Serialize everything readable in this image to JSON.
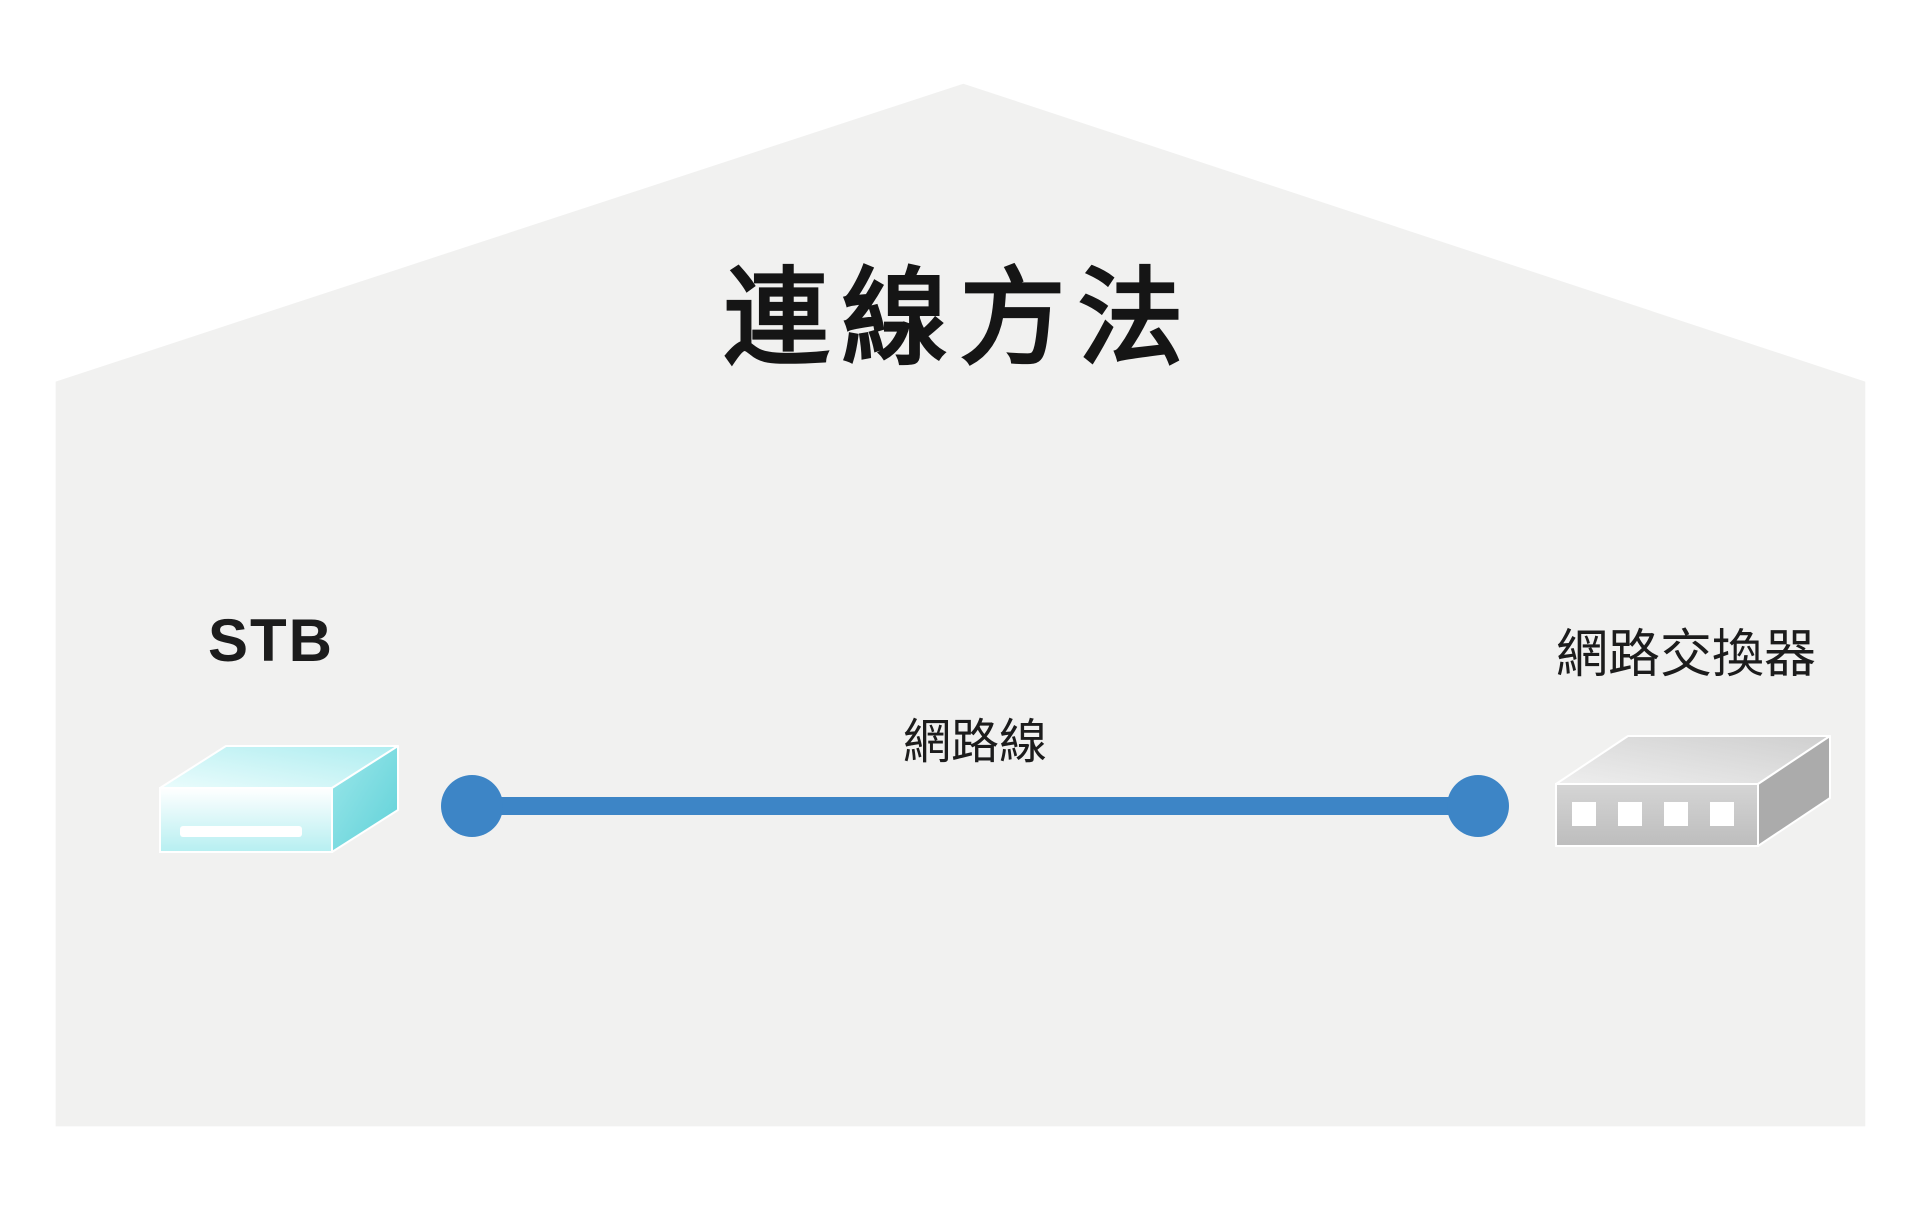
{
  "diagram": {
    "title": "連線方法",
    "stb": {
      "label": "STB"
    },
    "switch": {
      "label": "網路交換器"
    },
    "connection": {
      "label": "網路線"
    }
  },
  "icons": {
    "stb_device": "stb-3d-box-icon",
    "network_switch": "switch-3d-box-icon",
    "cable_endpoint": "circle-connector-icon",
    "house_shape": "house-outline-background"
  },
  "colors": {
    "page_bg": "#ffffff",
    "house_bg": "#f1f1f0",
    "title_text": "#151515",
    "label_text": "#1c1c1c",
    "cable_blue": "#3d85c6",
    "stb_top_light": "#eafcfc",
    "stb_top_dark": "#aeedf0",
    "stb_front_light": "#ffffff",
    "stb_front_dark": "#b6eff1",
    "stb_side_light": "#9ce7ea",
    "stb_side_dark": "#5fd1d8",
    "stb_slot": "#ffffff",
    "switch_top_light": "#eeeeee",
    "switch_top_dark": "#cfcfcf",
    "switch_front_light": "#d5d5d5",
    "switch_front_dark": "#bdbdbd",
    "switch_side": "#ababab",
    "switch_port": "#ffffff"
  }
}
